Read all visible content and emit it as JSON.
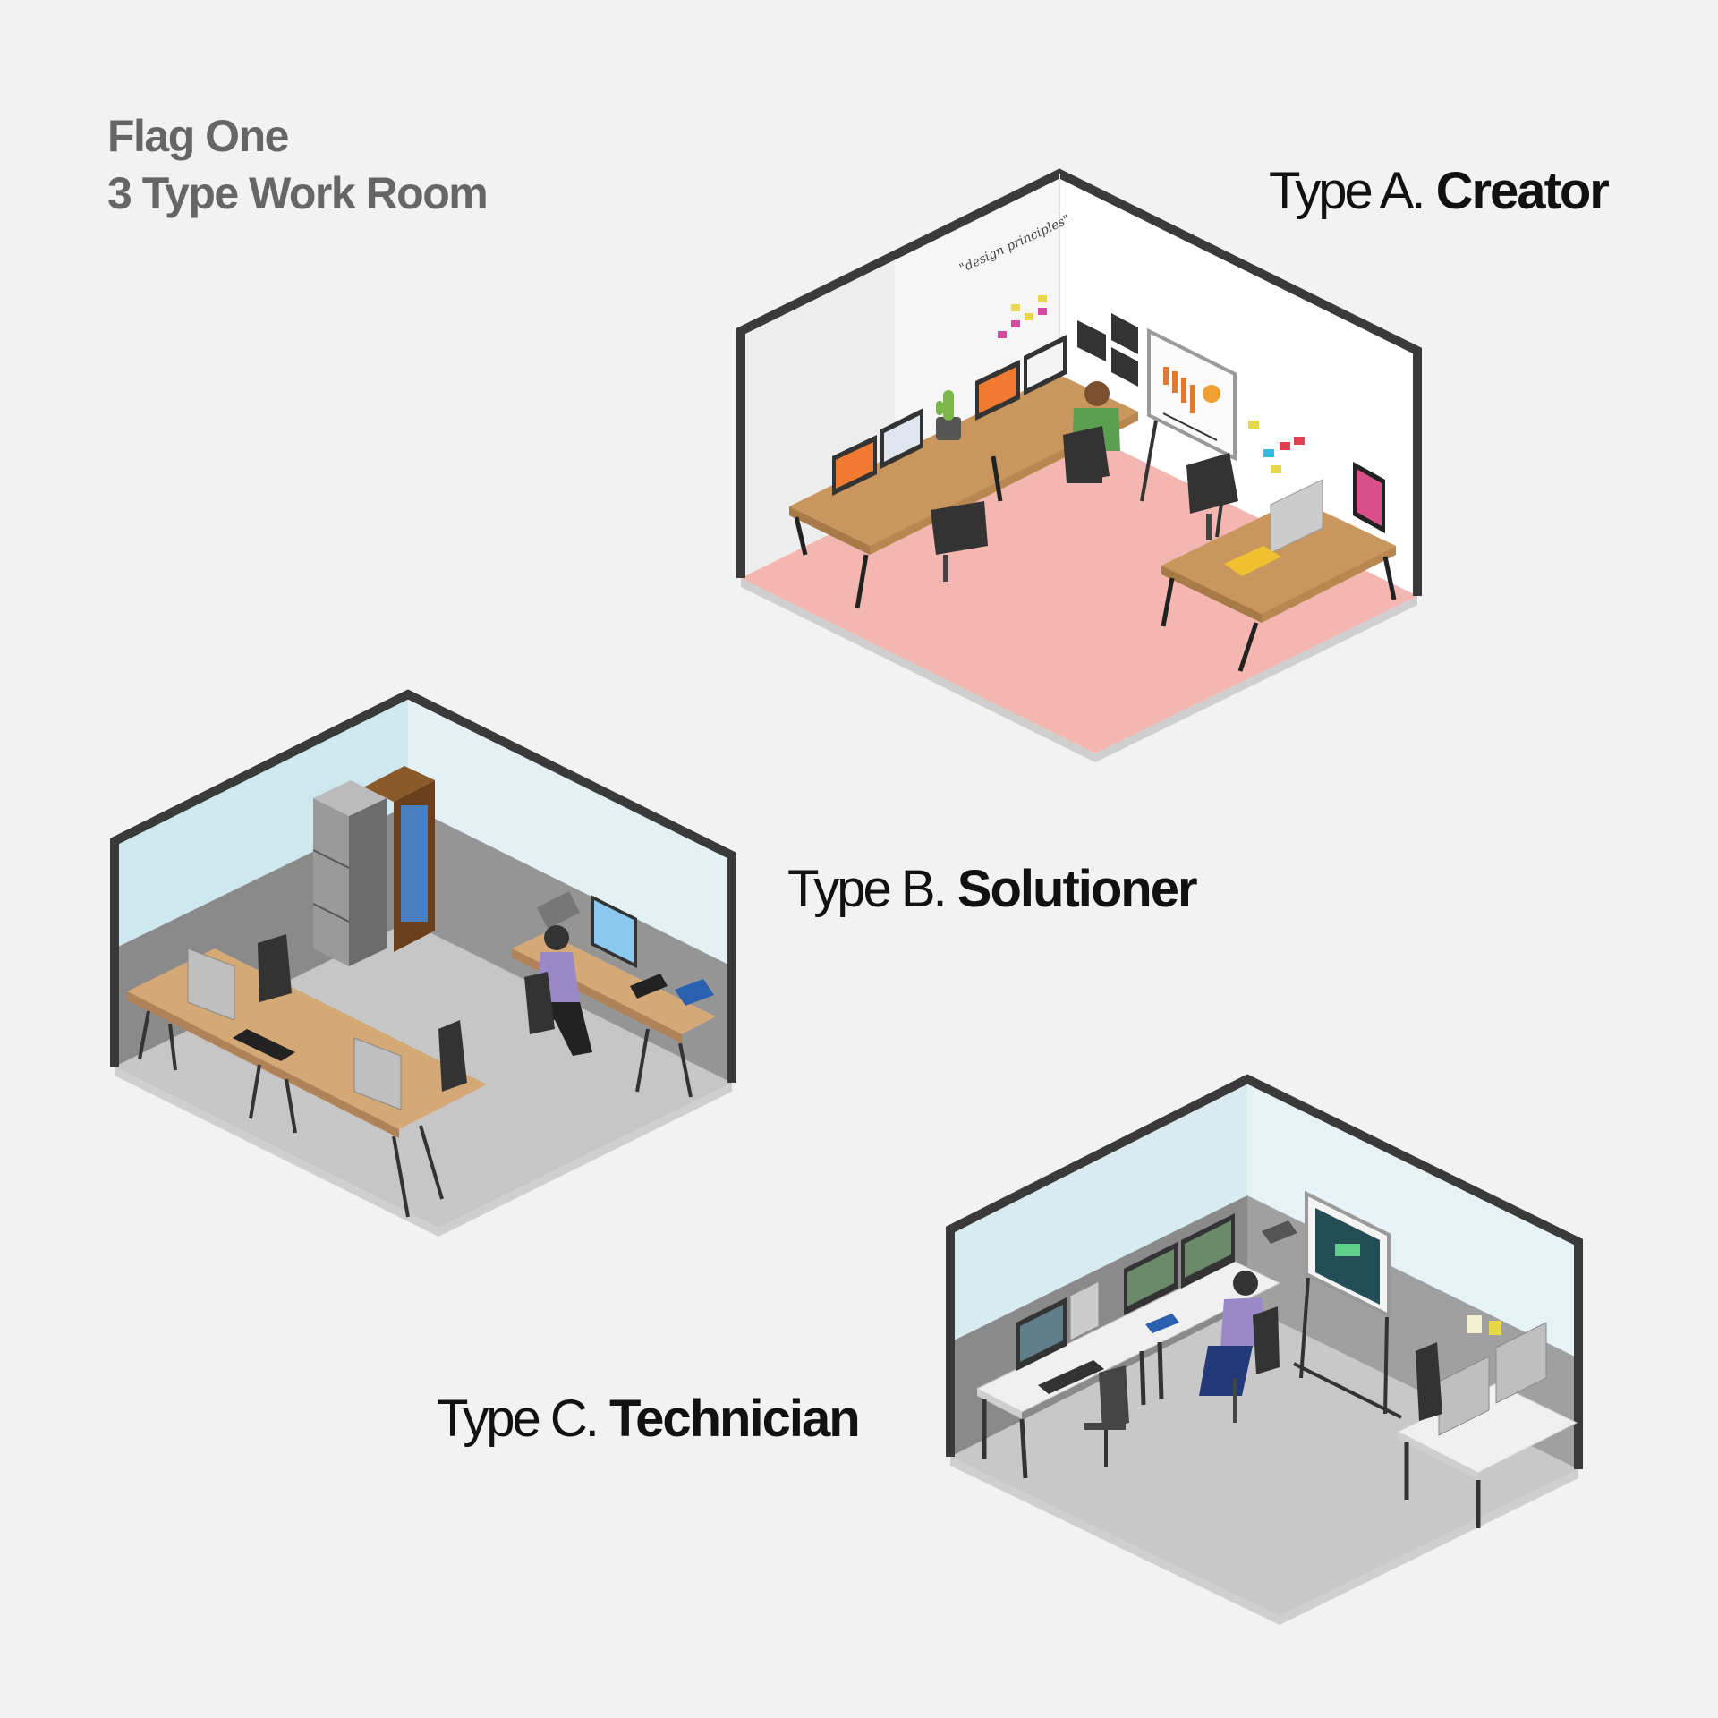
{
  "heading": {
    "line1": "Flag One",
    "line2": "3 Type Work Room"
  },
  "rooms": [
    {
      "prefix": "Type A.",
      "name": "Creator",
      "whiteboard_text": "\"design principles\""
    },
    {
      "prefix": "Type B.",
      "name": "Solutioner"
    },
    {
      "prefix": "Type C.",
      "name": "Technician"
    }
  ],
  "colors": {
    "background": "#f2f2f2",
    "heading": "#666666",
    "creator_floor": "#f4b6b0",
    "solutioner_floor": "#c6c6c6",
    "technician_floor": "#c8c8c8",
    "desk_wood": "#c9965e",
    "wall_frame": "#3a3a3a"
  }
}
